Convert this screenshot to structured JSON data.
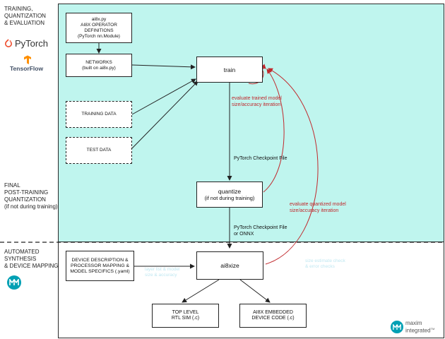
{
  "sections": {
    "training": [
      "TRAINING,",
      "QUANTIZATION",
      "& EVALUATION"
    ],
    "final": [
      "FINAL",
      "POST-TRAINING",
      "QUANTIZATION",
      "(if not during training)"
    ],
    "automated": [
      "AUTOMATED",
      "SYNTHESIS",
      "& DEVICE MAPPING"
    ]
  },
  "logos": {
    "pytorch": "PyTorch",
    "tensorflow": "TensorFlow",
    "maxim": [
      "maxim",
      "integrated"
    ],
    "maxim_tm": "TM"
  },
  "boxes": {
    "ai8x": [
      "ai8x.py",
      "AI8X OPERATOR",
      "DEFINITIONS",
      "(PyTorch nn.Module)"
    ],
    "networks": [
      "NETWORKS",
      "(built on ai8x.py)"
    ],
    "training_data": "TRAINING DATA",
    "test_data": "TEST DATA",
    "train": "train",
    "quantize": [
      "quantize",
      "(if not during training)"
    ],
    "device": [
      "DEVICE DESCRIPTION &",
      "PROCESSOR MAPPING &",
      "MODEL SPECIFICS (.yaml)"
    ],
    "ai8xize": "ai8xize",
    "rtl": [
      "TOP LEVEL",
      "RTL SIM (.c)"
    ],
    "embedded": [
      "AI8X EMBEDDED",
      "DEVICE CODE (.c)"
    ]
  },
  "edge_labels": {
    "eval_trained": [
      "evaluate trained model",
      "size/accuracy iteration"
    ],
    "checkpoint1": "PyTorch Checkpoint File",
    "eval_quantized": [
      "evaluate quantized model",
      "size/accuracy iteration"
    ],
    "checkpoint2": [
      "PyTorch Checkpoint File",
      "or ONNX"
    ],
    "faint_left": [
      "layer list & model",
      "size & accuracy"
    ],
    "faint_right": [
      "size estimate check",
      "& error checks"
    ]
  },
  "colors": {
    "teal_bg": "#bff5ee",
    "red": "#c0282c",
    "pytorch": "#ee4c2c",
    "tensorflow": "#ff8f00",
    "maxim": "#00a0b4"
  }
}
